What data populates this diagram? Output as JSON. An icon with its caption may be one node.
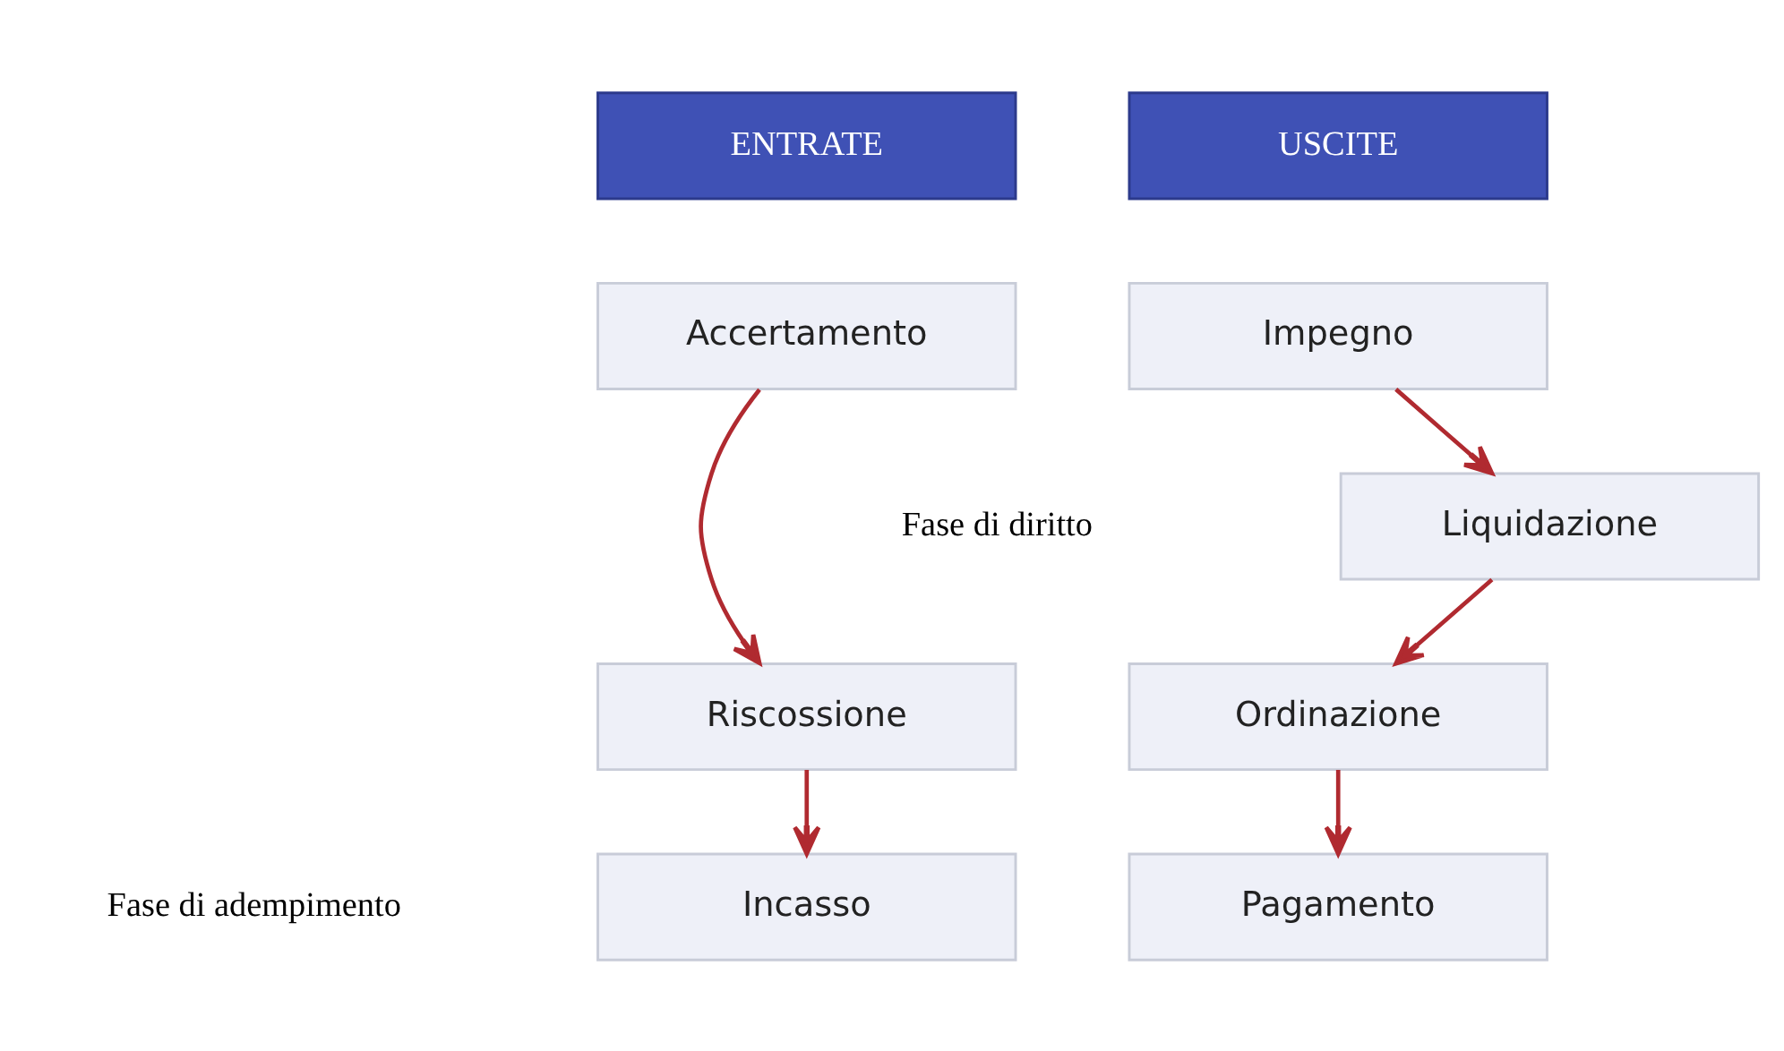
{
  "diagram": {
    "nodes": [
      {
        "text": [
          "ENTRATE"
        ]
      },
      {
        "text": [
          "USCITE"
        ]
      },
      {
        "text": [
          "Accertamento"
        ]
      },
      {
        "text": [
          "Impegno"
        ]
      },
      {
        "text": [
          "Liquidazione"
        ]
      },
      {
        "text": [
          "Riscossione"
        ]
      },
      {
        "text": [
          "Ordinazione"
        ]
      },
      {
        "text": [
          "Incasso"
        ]
      },
      {
        "text": [
          "Pagamento"
        ]
      }
    ],
    "edges": [
      {
        "from": 2,
        "to": 5,
        "arrow": "to"
      },
      {
        "from": 3,
        "to": 4,
        "arrow": "to"
      },
      {
        "from": 4,
        "to": 6,
        "arrow": "to"
      },
      {
        "from": 5,
        "to": 7,
        "arrow": "to"
      },
      {
        "from": 6,
        "to": 8,
        "arrow": "to"
      }
    ],
    "labels": [
      "Fase di diritto",
      "Fase di adempimento"
    ]
  }
}
